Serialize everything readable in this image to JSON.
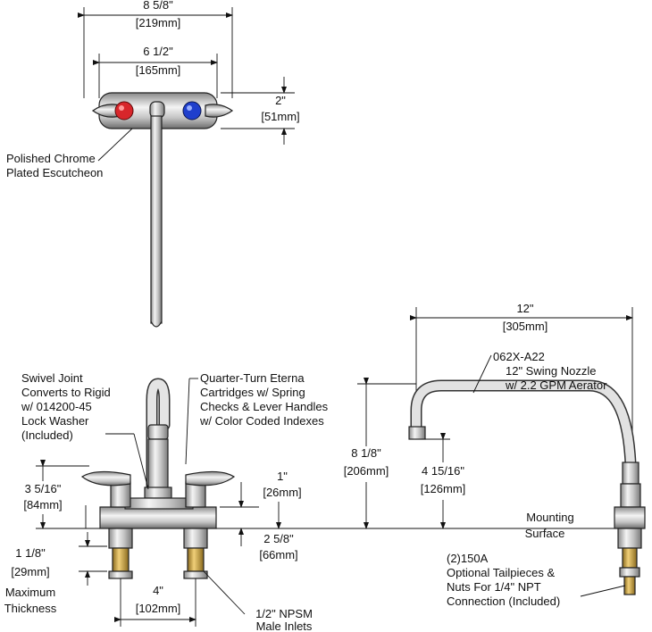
{
  "top_view": {
    "overall_width": {
      "in": "8 5/8\"",
      "mm": "[219mm]"
    },
    "center_width": {
      "in": "6 1/2\"",
      "mm": "[165mm]"
    },
    "depth": {
      "in": "2\"",
      "mm": "[51mm]"
    },
    "escutcheon_label": [
      "Polished Chrome",
      "Plated Escutcheon"
    ]
  },
  "front_view": {
    "swivel_label": [
      "Swivel Joint",
      "Converts to Rigid",
      "w/ 014200-45",
      "Lock Washer",
      "(Included)"
    ],
    "cartridge_label": [
      "Quarter-Turn Eterna",
      "Cartridges w/ Spring",
      "Checks & Lever Handles",
      "w/ Color Coded Indexes"
    ],
    "handle_height": {
      "in": "3 5/16\"",
      "mm": "[84mm]"
    },
    "deck_height": {
      "in": "1\"",
      "mm": "[26mm]"
    },
    "deck_to_spout": {
      "in": "2 5/8\"",
      "mm": "[66mm]"
    },
    "max_thickness": {
      "in": "1 1/8\"",
      "mm": "[29mm]",
      "label": [
        "Maximum",
        "Thickness"
      ]
    },
    "inlet_spacing": {
      "in": "4\"",
      "mm": "[102mm]"
    },
    "inlets_label": [
      "1/2\" NPSM",
      "Male Inlets"
    ]
  },
  "side_view": {
    "nozzle_length": {
      "in": "12\"",
      "mm": "[305mm]"
    },
    "nozzle_label": [
      "062X-A22",
      "12\" Swing Nozzle",
      "w/ 2.2 GPM Aerator"
    ],
    "overall_height": {
      "in": "8 1/8\"",
      "mm": "[206mm]"
    },
    "outlet_height": {
      "in": "4 15/16\"",
      "mm": "[126mm]"
    },
    "mounting_label": [
      "Mounting",
      "Surface"
    ],
    "tailpiece_label": [
      "(2)150A",
      "Optional Tailpieces &",
      "Nuts For 1/4\" NPT",
      "Connection (Included)"
    ]
  },
  "colors": {
    "hot_handle": "#d8262b",
    "cold_handle": "#1f3fcc",
    "brass": "#c8a040",
    "chrome": "#d0d0d0"
  }
}
